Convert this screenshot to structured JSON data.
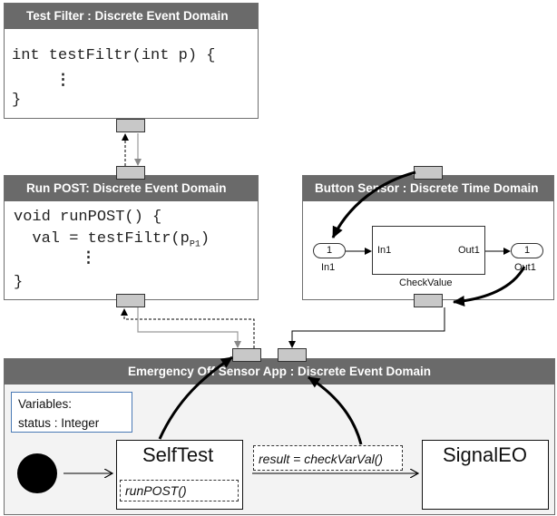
{
  "test_filter": {
    "title": "Test Filter : Discrete Event Domain",
    "code_line1": "int testFiltr(int p) {",
    "code_ellipsis": "⋮",
    "code_close": "}"
  },
  "run_post": {
    "title": "Run POST: Discrete Event Domain",
    "code_line1": "void runPOST() {",
    "code_line2": "  val = testFiltr(p",
    "code_line2_sub": "P1",
    "code_line2_end": ")",
    "code_ellipsis": "⋮",
    "code_close": "}"
  },
  "button_sensor": {
    "title": "Button Sensor : Discrete Time Domain",
    "in_port_num": "1",
    "in_port_label": "In1",
    "block_in": "In1",
    "block_out": "Out1",
    "block_name": "CheckValue",
    "out_port_num": "1",
    "out_port_label": "Out1"
  },
  "app": {
    "title": "Emergency Off Sensor App : Discrete Event Domain",
    "variables_line1": "Variables:",
    "variables_line2": "status : Integer",
    "state_selftest": "SelfTest",
    "action_runpost": "runPOST()",
    "transition_label": "result = checkVarVal()",
    "state_signaleo": "SignalEO"
  }
}
